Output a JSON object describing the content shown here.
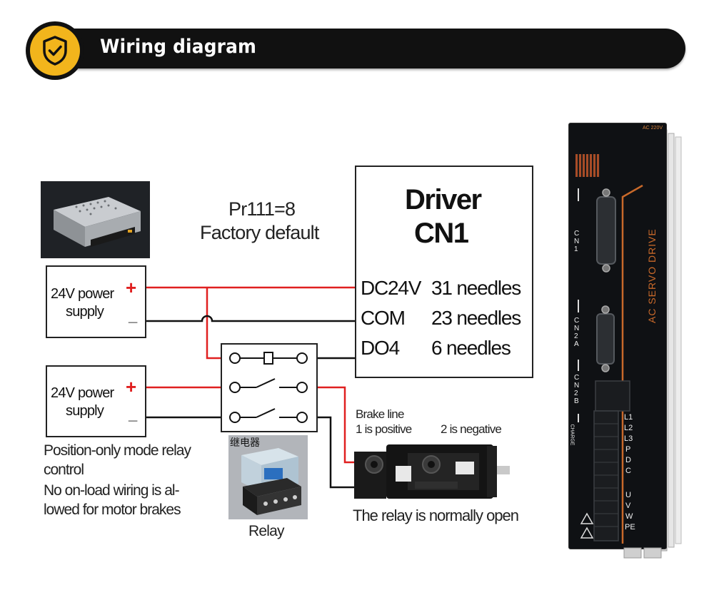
{
  "header": {
    "title": "Wiring diagram",
    "icon": "shield-check-icon",
    "accent": "#f2b51c"
  },
  "parameter": {
    "line1": "Pr111=8",
    "line2": "Factory default"
  },
  "driver": {
    "title_line1": "Driver",
    "title_line2": "CN1",
    "pins": [
      {
        "signal": "DC24V",
        "pin": "31 needles"
      },
      {
        "signal": "COM",
        "pin": "23 needles"
      },
      {
        "signal": "DO4",
        "pin": "6 needles"
      }
    ]
  },
  "supplies": [
    {
      "label_line1": "24V power",
      "label_line2": "supply",
      "plus": "+",
      "minus": "_"
    },
    {
      "label_line1": "24V power",
      "label_line2": "supply",
      "plus": "+",
      "minus": "_"
    }
  ],
  "notes": {
    "line1": "Position-only mode relay",
    "line2": "control",
    "line3": "No on-load wiring is al-",
    "line4": "lowed for motor brakes"
  },
  "relay": {
    "photo_caption": "继电器",
    "label": "Relay"
  },
  "brake": {
    "line_label": "Brake line",
    "positive": "1 is positive",
    "negative": "2 is negative",
    "note": "The relay is normally open"
  },
  "servo_drive": {
    "model": "AC 220V",
    "side_text": "AC SERVO DRIVE",
    "ports": [
      "CN1",
      "CN2A",
      "CN2B",
      "CHARGE"
    ],
    "terminals": [
      "L1",
      "L2",
      "L3",
      "P",
      "D",
      "C",
      "U",
      "V",
      "W",
      "PE"
    ],
    "accent": "#c8692a"
  },
  "wire_colors": {
    "positive": "#e02020",
    "negative": "#111111"
  }
}
